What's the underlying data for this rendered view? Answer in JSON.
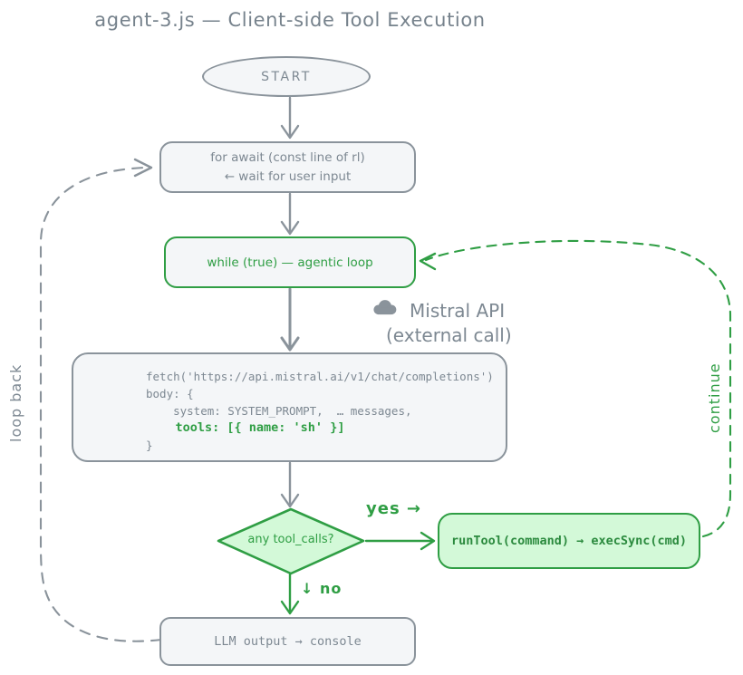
{
  "title": "agent-3.js — Client-side Tool Execution",
  "colors": {
    "gray_stroke": "#8a939b",
    "gray_text": "#7d8892",
    "green": "#2f9e44",
    "green_text_dark": "#2b8a3e",
    "green_fill": "#d3f9d8",
    "node_fill": "#f4f6f8"
  },
  "nodes": {
    "start": {
      "label": "START"
    },
    "for_await": {
      "line1": "for await (const line of rl)",
      "line2": "← wait for user input"
    },
    "while_loop": {
      "label": "while (true)  — agentic loop"
    },
    "api_note": {
      "icon": "cloud-icon",
      "line1": "Mistral API",
      "line2": "(external call)"
    },
    "fetch_call": {
      "code": [
        "fetch('https://api.mistral.ai/v1/chat/completions')",
        "body: {",
        "    system: SYSTEM_PROMPT,  … messages,",
        "    tools: [{ name: 'sh' }]",
        "}"
      ]
    },
    "decision": {
      "label": "any tool_calls?"
    },
    "run_tool": {
      "label": "runTool(command) → execSync(cmd)"
    },
    "llm_output": {
      "label": "LLM output → console"
    }
  },
  "edge_labels": {
    "yes": "yes →",
    "no": "↓ no",
    "continue": "continue",
    "loop_back": "loop back"
  }
}
